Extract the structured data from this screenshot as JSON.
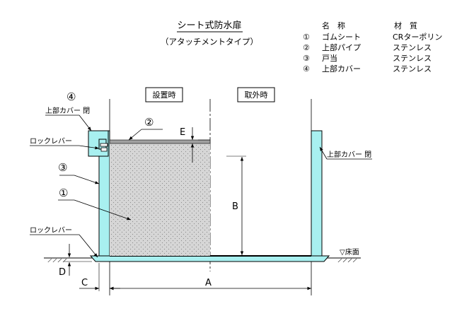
{
  "title": "シート式防水扉",
  "subtitle": "（アタッチメントタイプ）",
  "parts_table": {
    "header_name": "名　称",
    "header_material": "材　質",
    "rows": [
      {
        "no": "①",
        "name": "ゴムシート",
        "material": "CRターポリン"
      },
      {
        "no": "②",
        "name": "上部パイプ",
        "material": "ステンレス"
      },
      {
        "no": "③",
        "name": "戸当",
        "material": "ステンレス"
      },
      {
        "no": "④",
        "name": "上部カバー",
        "material": "ステンレス"
      }
    ]
  },
  "views": {
    "installed": "設置時",
    "removed": "取外時"
  },
  "callouts": {
    "num1": "①",
    "num2": "②",
    "num3": "③",
    "num4": "④",
    "cover_closed_left": "上部カバー 閉",
    "cover_closed_right": "上部カバー 閉",
    "lock_lever_top": "ロックレバー",
    "lock_lever_bottom": "ロックレバー",
    "floor": "▽床面"
  },
  "dimensions": {
    "A": "A",
    "B": "B",
    "C": "C",
    "D": "D",
    "E": "E"
  },
  "colors": {
    "frame": "#a8f0f0",
    "sheet": "#d4d4d4",
    "pipe": "#a0a0a0",
    "line": "#000000"
  }
}
